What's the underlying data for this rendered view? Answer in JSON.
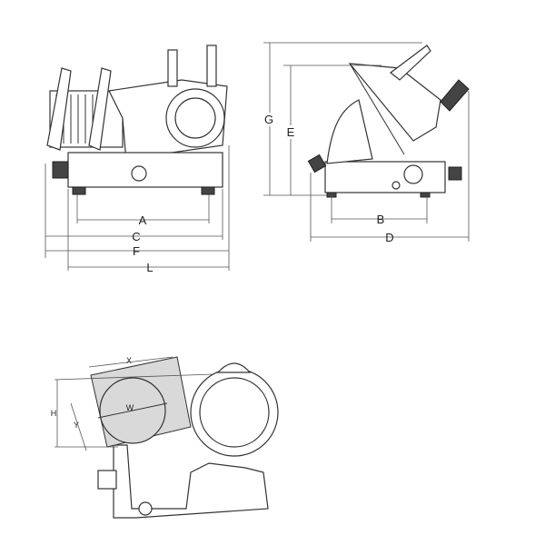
{
  "diagram": {
    "front_view": {
      "labels": {
        "a": "A",
        "c": "C",
        "f": "F",
        "l": "L"
      }
    },
    "side_view": {
      "labels": {
        "g": "G",
        "e": "E",
        "b": "B",
        "d": "D"
      }
    },
    "capacity_view": {
      "labels": {
        "x": "X",
        "w": "W",
        "h": "H",
        "y": "Y"
      }
    },
    "colors": {
      "line": "#333333",
      "product_fill": "#d9d9d9"
    }
  }
}
